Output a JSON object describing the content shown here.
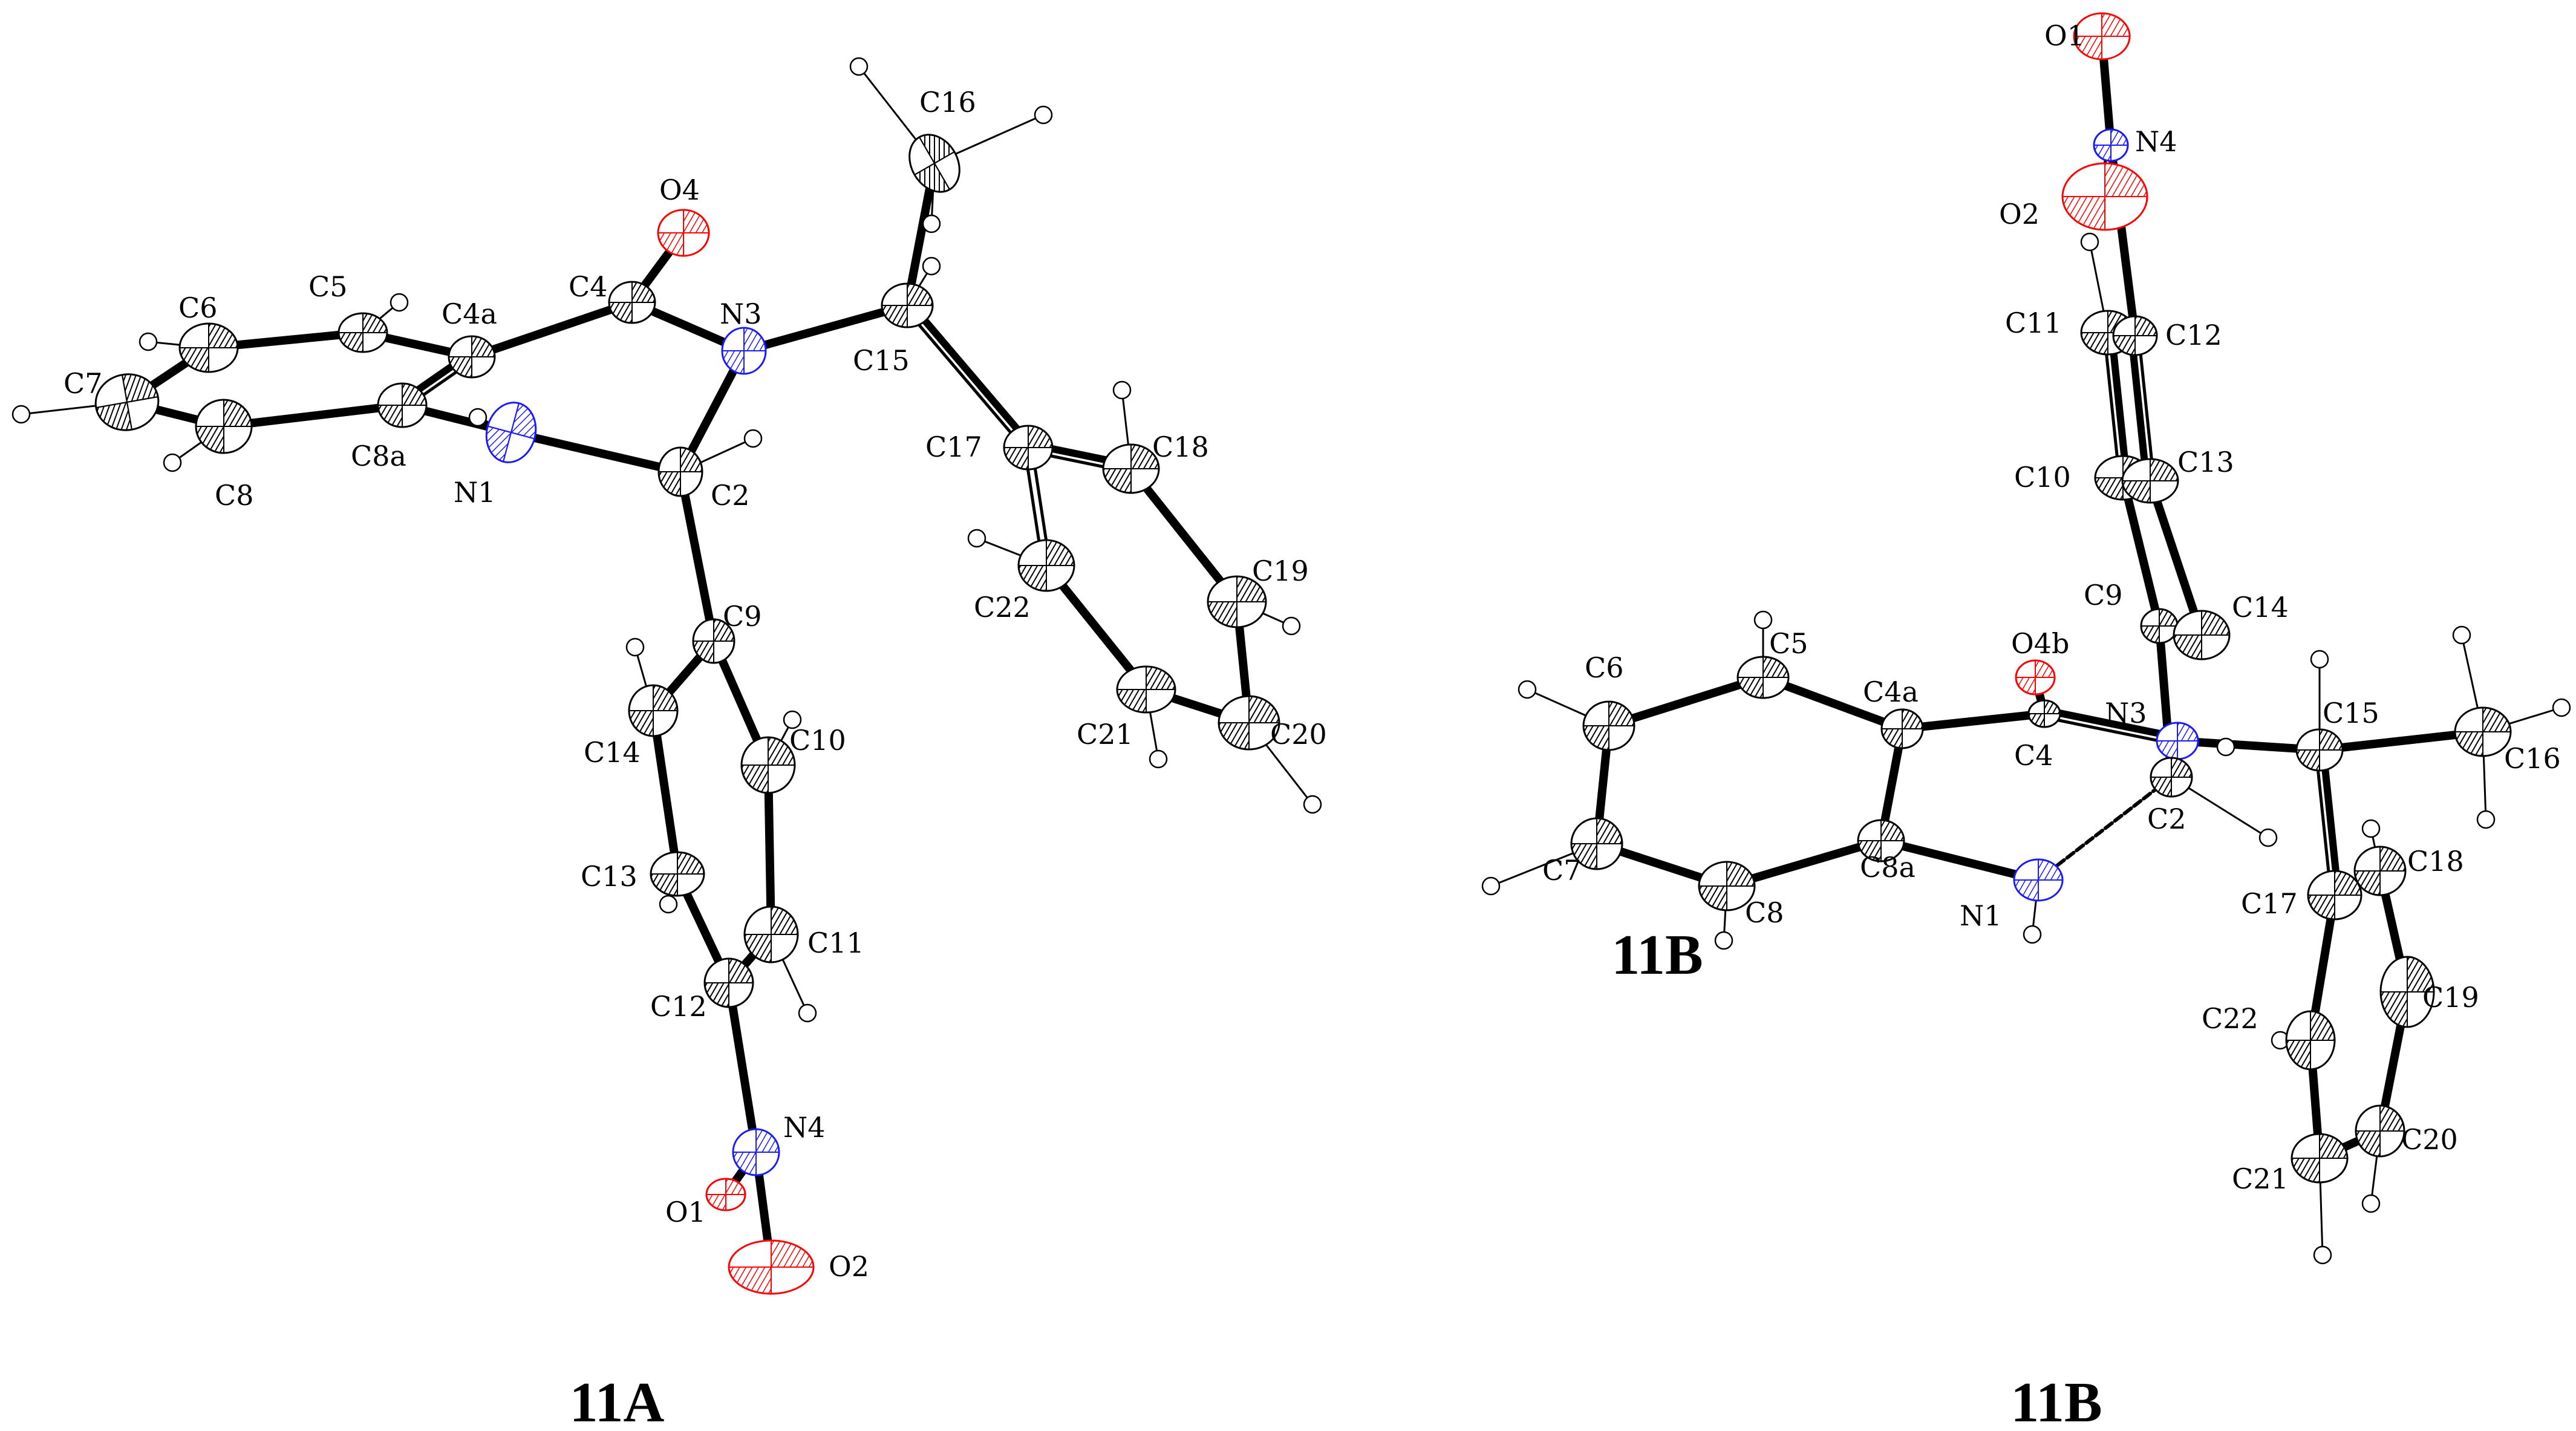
{
  "colors": {
    "carbon": "#000000",
    "nitrogen": "#1a1aff",
    "oxygen": "#ff0000",
    "hydrogen": "#ffffff",
    "background": "#ffffff"
  },
  "molecules": [
    {
      "title": "11A",
      "atoms": [
        {
          "id": "C16",
          "label": "C16",
          "element": "C"
        },
        {
          "id": "O4",
          "label": "O4",
          "element": "O"
        },
        {
          "id": "C4",
          "label": "C4",
          "element": "C"
        },
        {
          "id": "N3",
          "label": "N3",
          "element": "N"
        },
        {
          "id": "C15",
          "label": "C15",
          "element": "C"
        },
        {
          "id": "C5",
          "label": "C5",
          "element": "C"
        },
        {
          "id": "C4a",
          "label": "C4a",
          "element": "C"
        },
        {
          "id": "C6",
          "label": "C6",
          "element": "C"
        },
        {
          "id": "C7",
          "label": "C7",
          "element": "C"
        },
        {
          "id": "C8",
          "label": "C8",
          "element": "C"
        },
        {
          "id": "C8a",
          "label": "C8a",
          "element": "C"
        },
        {
          "id": "N1",
          "label": "N1",
          "element": "N"
        },
        {
          "id": "C2",
          "label": "C2",
          "element": "C"
        },
        {
          "id": "C17",
          "label": "C17",
          "element": "C"
        },
        {
          "id": "C18",
          "label": "C18",
          "element": "C"
        },
        {
          "id": "C19",
          "label": "C19",
          "element": "C"
        },
        {
          "id": "C20",
          "label": "C20",
          "element": "C"
        },
        {
          "id": "C21",
          "label": "C21",
          "element": "C"
        },
        {
          "id": "C22",
          "label": "C22",
          "element": "C"
        },
        {
          "id": "C9",
          "label": "C9",
          "element": "C"
        },
        {
          "id": "C10",
          "label": "C10",
          "element": "C"
        },
        {
          "id": "C11",
          "label": "C11",
          "element": "C"
        },
        {
          "id": "C12",
          "label": "C12",
          "element": "C"
        },
        {
          "id": "C13",
          "label": "C13",
          "element": "C"
        },
        {
          "id": "C14",
          "label": "C14",
          "element": "C"
        },
        {
          "id": "N4",
          "label": "N4",
          "element": "N"
        },
        {
          "id": "O1",
          "label": "O1",
          "element": "O"
        },
        {
          "id": "O2",
          "label": "O2",
          "element": "O"
        }
      ],
      "bonds": [
        [
          "C4",
          "O4"
        ],
        [
          "C4",
          "N3"
        ],
        [
          "C4",
          "C4a"
        ],
        [
          "N3",
          "C15"
        ],
        [
          "N3",
          "C2"
        ],
        [
          "C15",
          "C16"
        ],
        [
          "C15",
          "C17"
        ],
        [
          "C4a",
          "C5"
        ],
        [
          "C5",
          "C6"
        ],
        [
          "C6",
          "C7"
        ],
        [
          "C7",
          "C8"
        ],
        [
          "C8",
          "C8a"
        ],
        [
          "C8a",
          "C4a"
        ],
        [
          "C8a",
          "N1"
        ],
        [
          "N1",
          "C2"
        ],
        [
          "C2",
          "C9"
        ],
        [
          "C9",
          "C10"
        ],
        [
          "C10",
          "C11"
        ],
        [
          "C11",
          "C12"
        ],
        [
          "C12",
          "C13"
        ],
        [
          "C13",
          "C14"
        ],
        [
          "C14",
          "C9"
        ],
        [
          "C12",
          "N4"
        ],
        [
          "N4",
          "O1"
        ],
        [
          "N4",
          "O2"
        ],
        [
          "C17",
          "C18"
        ],
        [
          "C18",
          "C19"
        ],
        [
          "C19",
          "C20"
        ],
        [
          "C20",
          "C21"
        ],
        [
          "C21",
          "C22"
        ],
        [
          "C22",
          "C17"
        ]
      ]
    },
    {
      "title": "11B",
      "atoms": [
        {
          "id": "O1",
          "label": "O1",
          "element": "O"
        },
        {
          "id": "N4",
          "label": "N4",
          "element": "N"
        },
        {
          "id": "O2",
          "label": "O2",
          "element": "O"
        },
        {
          "id": "C11",
          "label": "C11",
          "element": "C"
        },
        {
          "id": "C12",
          "label": "C12",
          "element": "C"
        },
        {
          "id": "C10",
          "label": "C10",
          "element": "C"
        },
        {
          "id": "C13",
          "label": "C13",
          "element": "C"
        },
        {
          "id": "C9",
          "label": "C9",
          "element": "C"
        },
        {
          "id": "C14",
          "label": "C14",
          "element": "C"
        },
        {
          "id": "O4b",
          "label": "O4b",
          "element": "O"
        },
        {
          "id": "C4",
          "label": "C4",
          "element": "C"
        },
        {
          "id": "N3",
          "label": "N3",
          "element": "N"
        },
        {
          "id": "C15",
          "label": "C15",
          "element": "C"
        },
        {
          "id": "C16",
          "label": "C16",
          "element": "C"
        },
        {
          "id": "C6",
          "label": "C6",
          "element": "C"
        },
        {
          "id": "C5",
          "label": "C5",
          "element": "C"
        },
        {
          "id": "C4a",
          "label": "C4a",
          "element": "C"
        },
        {
          "id": "C7",
          "label": "C7",
          "element": "C"
        },
        {
          "id": "C8",
          "label": "C8",
          "element": "C"
        },
        {
          "id": "C8a",
          "label": "C8a",
          "element": "C"
        },
        {
          "id": "N1",
          "label": "N1",
          "element": "N"
        },
        {
          "id": "C2",
          "label": "C2",
          "element": "C"
        },
        {
          "id": "C17",
          "label": "C17",
          "element": "C"
        },
        {
          "id": "C18",
          "label": "C18",
          "element": "C"
        },
        {
          "id": "C19",
          "label": "C19",
          "element": "C"
        },
        {
          "id": "C20",
          "label": "C20",
          "element": "C"
        },
        {
          "id": "C21",
          "label": "C21",
          "element": "C"
        },
        {
          "id": "C22",
          "label": "C22",
          "element": "C"
        }
      ],
      "bonds": [
        [
          "N4",
          "O1"
        ],
        [
          "N4",
          "O2"
        ],
        [
          "N4",
          "C12"
        ],
        [
          "C12",
          "C11"
        ],
        [
          "C11",
          "C10"
        ],
        [
          "C10",
          "C9"
        ],
        [
          "C9",
          "C14"
        ],
        [
          "C14",
          "C13"
        ],
        [
          "C13",
          "C12"
        ],
        [
          "C9",
          "C2"
        ],
        [
          "C4",
          "O4b"
        ],
        [
          "C4",
          "N3"
        ],
        [
          "C4",
          "C4a"
        ],
        [
          "N3",
          "C2"
        ],
        [
          "N3",
          "C15"
        ],
        [
          "C15",
          "C16"
        ],
        [
          "C15",
          "C17"
        ],
        [
          "C4a",
          "C5"
        ],
        [
          "C5",
          "C6"
        ],
        [
          "C6",
          "C7"
        ],
        [
          "C7",
          "C8"
        ],
        [
          "C8",
          "C8a"
        ],
        [
          "C8a",
          "C4a"
        ],
        [
          "C8a",
          "N1"
        ],
        [
          "N1",
          "C2"
        ],
        [
          "C17",
          "C18"
        ],
        [
          "C18",
          "C19"
        ],
        [
          "C19",
          "C20"
        ],
        [
          "C20",
          "C21"
        ],
        [
          "C21",
          "C22"
        ],
        [
          "C22",
          "C17"
        ]
      ]
    }
  ],
  "inline_label": "11B"
}
